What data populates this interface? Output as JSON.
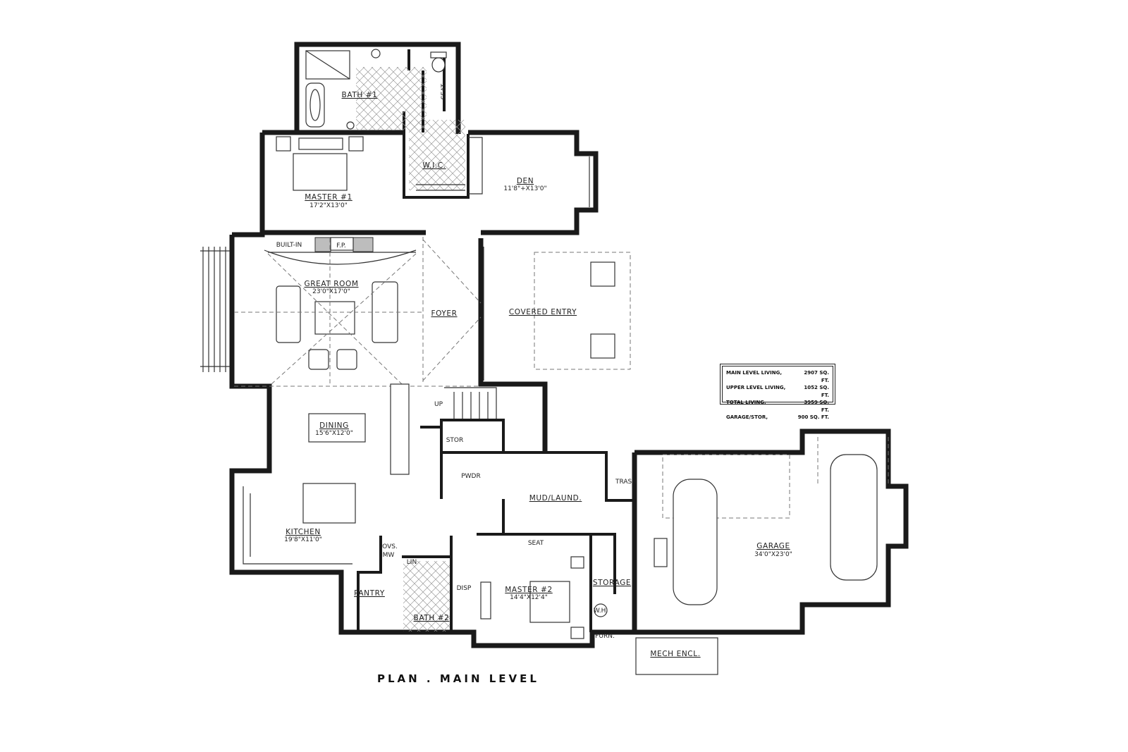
{
  "title": "PLAN . MAIN LEVEL",
  "rooms": {
    "bath1": {
      "name": "BATH #1"
    },
    "seat1": {
      "name": "SEAT"
    },
    "wic": {
      "name": "W.I.C."
    },
    "master1": {
      "name": "MASTER #1",
      "dim": "17'2\"X13'0\""
    },
    "den": {
      "name": "DEN",
      "dim": "11'8\"+X13'0\""
    },
    "builtin": {
      "name": "BUILT-IN"
    },
    "fp": {
      "name": "F.P."
    },
    "great_room": {
      "name": "GREAT ROOM",
      "dim": "23'0\"X17'0\""
    },
    "foyer": {
      "name": "FOYER"
    },
    "covered_entry": {
      "name": "COVERED ENTRY"
    },
    "up": {
      "name": "UP"
    },
    "stor": {
      "name": "STOR"
    },
    "dining": {
      "name": "DINING",
      "dim": "15'6\"X12'0\""
    },
    "pwdr": {
      "name": "PWDR"
    },
    "trash": {
      "name": "TRASH"
    },
    "mud_laund": {
      "name": "MUD/LAUND."
    },
    "kitchen": {
      "name": "KITCHEN",
      "dim": "19'8\"X11'0\""
    },
    "ovs_mw": {
      "name": "OVS.",
      "name2": "MW"
    },
    "lin": {
      "name": "LIN"
    },
    "seat2": {
      "name": "SEAT"
    },
    "pantry": {
      "name": "PANTRY"
    },
    "disp": {
      "name": "DISP"
    },
    "master2": {
      "name": "MASTER #2",
      "dim": "14'4\"X12'4\""
    },
    "storage": {
      "name": "STORAGE"
    },
    "bath2": {
      "name": "BATH #2"
    },
    "wh": {
      "name": "W.H."
    },
    "furn": {
      "name": "FURN."
    },
    "mech": {
      "name": "MECH ENCL."
    },
    "garage": {
      "name": "GARAGE",
      "dim": "34'0\"X23'0\""
    }
  },
  "area_table": [
    {
      "label": "MAIN LEVEL LIVING,",
      "value": "2907 SQ. FT."
    },
    {
      "label": "UPPER LEVEL LIVING,",
      "value": "1052 SQ. FT."
    },
    {
      "label": "TOTAL LIVING,",
      "value": "3959 SQ. FT."
    },
    {
      "label": "GARAGE/STOR,",
      "value": "900 SQ. FT."
    }
  ]
}
